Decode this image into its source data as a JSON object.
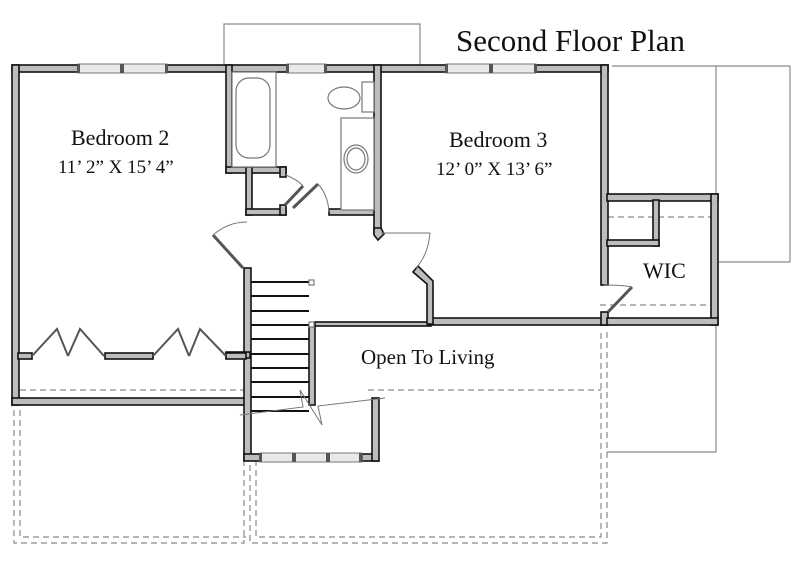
{
  "title": "Second Floor Plan",
  "rooms": {
    "bedroom2": {
      "name": "Bedroom 2",
      "dimensions": "11’ 2” X 15’ 4”"
    },
    "bedroom3": {
      "name": "Bedroom 3",
      "dimensions": "12’ 0” X 13’ 6”"
    },
    "wic": {
      "name": "WIC"
    },
    "open_to_living": {
      "name": "Open To Living"
    }
  },
  "colors": {
    "wall_fill": "#bdbdbd",
    "wall_outline": "#111111",
    "thin_line": "#8a8a8a",
    "background": "#ffffff"
  }
}
